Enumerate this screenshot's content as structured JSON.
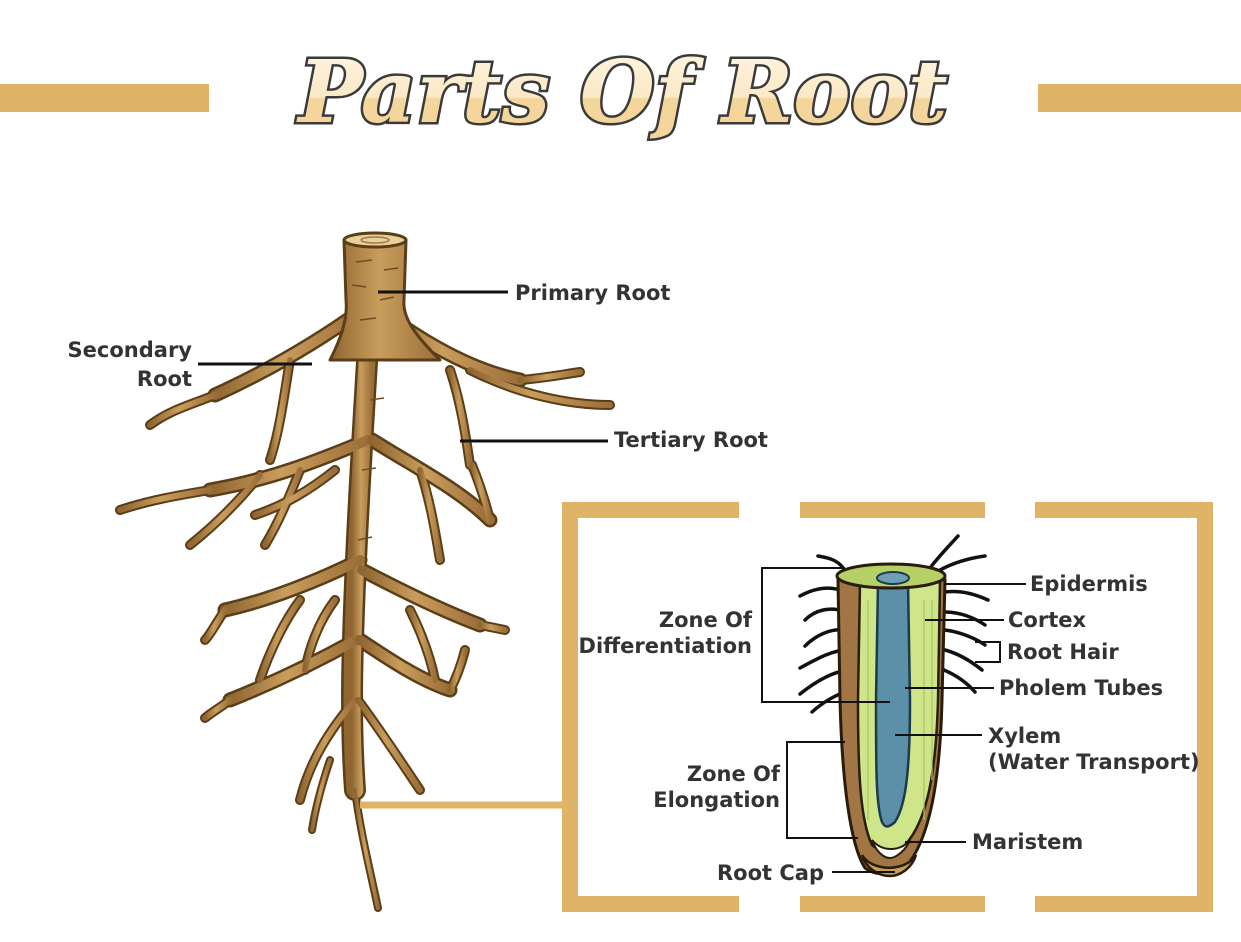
{
  "title": "Parts Of Root",
  "colors": {
    "accent": "#e0b466",
    "root_brown": "#b98b4d",
    "root_outline": "#5a3e17",
    "cortex_green": "#cfe58a",
    "xylem_blue": "#5c8fa8",
    "label_text": "#333333"
  },
  "labels": {
    "primary_root": "Primary Root",
    "secondary_root_line1": "Secondary",
    "secondary_root_line2": "Root",
    "tertiary_root": "Tertiary Root",
    "zone_differentiation_line1": "Zone Of",
    "zone_differentiation_line2": "Differentiation",
    "zone_elongation_line1": "Zone Of",
    "zone_elongation_line2": "Elongation",
    "root_cap": "Root Cap",
    "epidermis": "Epidermis",
    "cortex": "Cortex",
    "root_hair": "Root Hair",
    "pholem_tubes": "Pholem Tubes",
    "xylem_line1": "Xylem",
    "xylem_line2": "(Water Transport)",
    "maristem": "Maristem"
  }
}
